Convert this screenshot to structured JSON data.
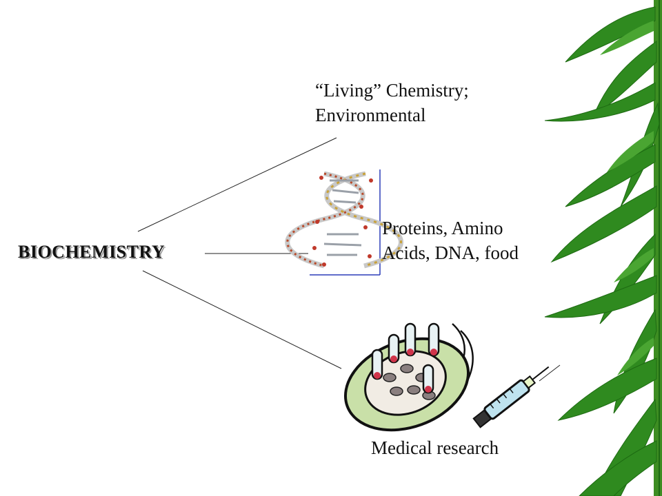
{
  "diagram": {
    "root": {
      "label": "BIOCHEMISTRY"
    },
    "branches": [
      {
        "id": "living",
        "lines": [
          "“Living” Chemistry;",
          "Environmental"
        ]
      },
      {
        "id": "proteins",
        "lines": [
          "Proteins, Amino",
          "Acids, DNA, food"
        ]
      },
      {
        "id": "medical",
        "lines": [
          "Medical research"
        ]
      }
    ]
  },
  "illustrations": [
    {
      "name": "dna-double-helix",
      "description": ""
    },
    {
      "name": "petri-dish-with-test-tubes",
      "description": ""
    },
    {
      "name": "syringe",
      "description": ""
    },
    {
      "name": "bamboo-border",
      "description": ""
    }
  ],
  "colors": {
    "text": "#111111",
    "title_shadow": "#9a9a9a",
    "line": "#222222",
    "dna_frame": "#2a3bb8",
    "bamboo_leaf": "#2f8a1f",
    "bamboo_leaf_dark": "#1d6a12"
  }
}
